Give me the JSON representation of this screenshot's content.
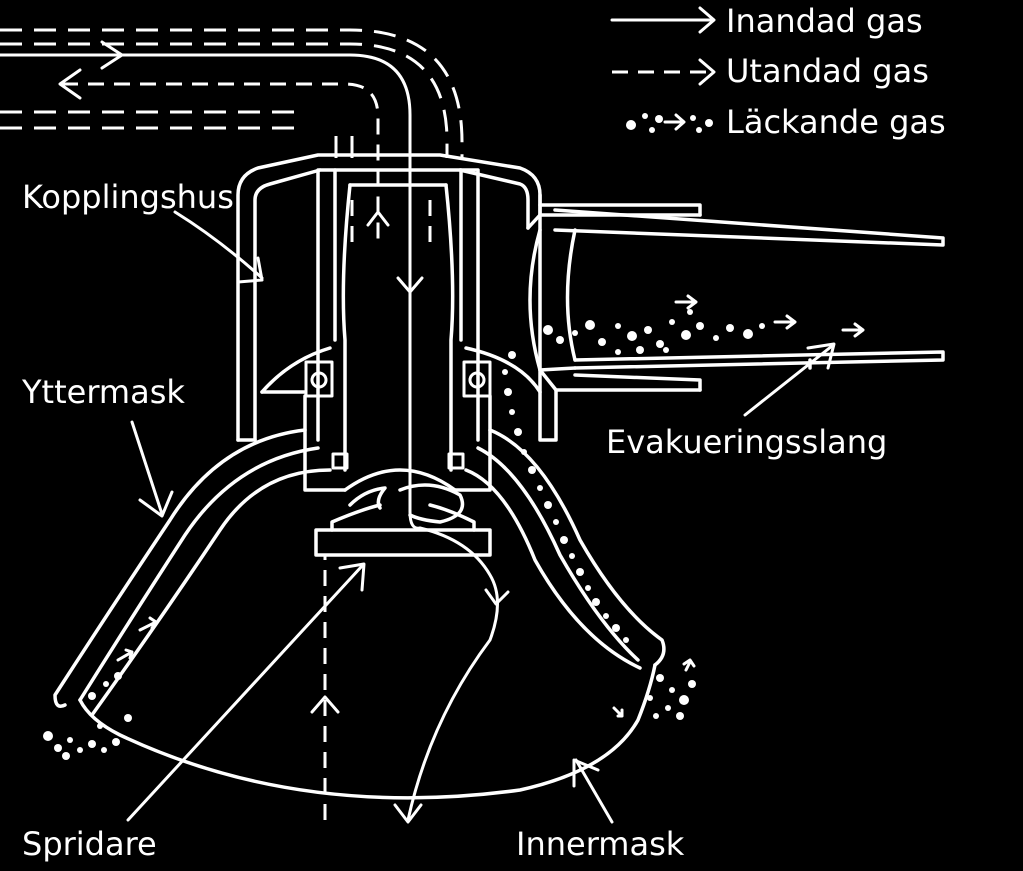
{
  "legend": {
    "inhaled": "Inandad gas",
    "exhaled": "Utandad gas",
    "leaking": "Läckande gas"
  },
  "labels": {
    "coupling_housing": "Kopplingshus",
    "outer_mask": "Yttermask",
    "evacuation_hose": "Evakueringsslang",
    "diffuser": "Spridare",
    "inner_mask": "Innermask"
  },
  "colors": {
    "background": "#000000",
    "foreground": "#ffffff"
  }
}
